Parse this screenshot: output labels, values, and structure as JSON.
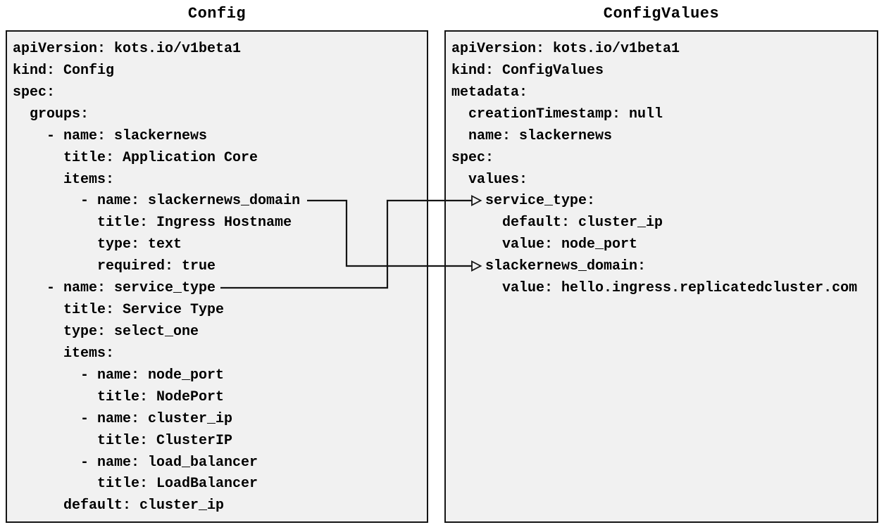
{
  "diagram": {
    "left_panel": {
      "title": "Config",
      "yaml_lines": [
        "apiVersion: kots.io/v1beta1",
        "kind: Config",
        "spec:",
        "  groups:",
        "    - name: slackernews",
        "      title: Application Core",
        "      items:",
        "        - name: slackernews_domain",
        "          title: Ingress Hostname",
        "          type: text",
        "          required: true",
        "    - name: service_type",
        "      title: Service Type",
        "      type: select_one",
        "      items:",
        "        - name: node_port",
        "          title: NodePort",
        "        - name: cluster_ip",
        "          title: ClusterIP",
        "        - name: load_balancer",
        "          title: LoadBalancer",
        "      default: cluster_ip"
      ]
    },
    "right_panel": {
      "title": "ConfigValues",
      "yaml_lines": [
        "apiVersion: kots.io/v1beta1",
        "kind: ConfigValues",
        "metadata:",
        "  creationTimestamp: null",
        "  name: slackernews",
        "spec:",
        "  values:",
        "    service_type:",
        "      default: cluster_ip",
        "      value: node_port",
        "    slackernews_domain:",
        "      value: hello.ingress.replicatedcluster.com"
      ]
    },
    "connections": [
      {
        "from_field": "slackernews_domain",
        "to_field": "slackernews_domain"
      },
      {
        "from_field": "service_type",
        "to_field": "service_type"
      }
    ],
    "colors": {
      "page_background": "#ffffff",
      "panel_background": "#f1f1f1",
      "panel_border": "#151515",
      "text": "#000000",
      "connector": "#151515"
    }
  }
}
